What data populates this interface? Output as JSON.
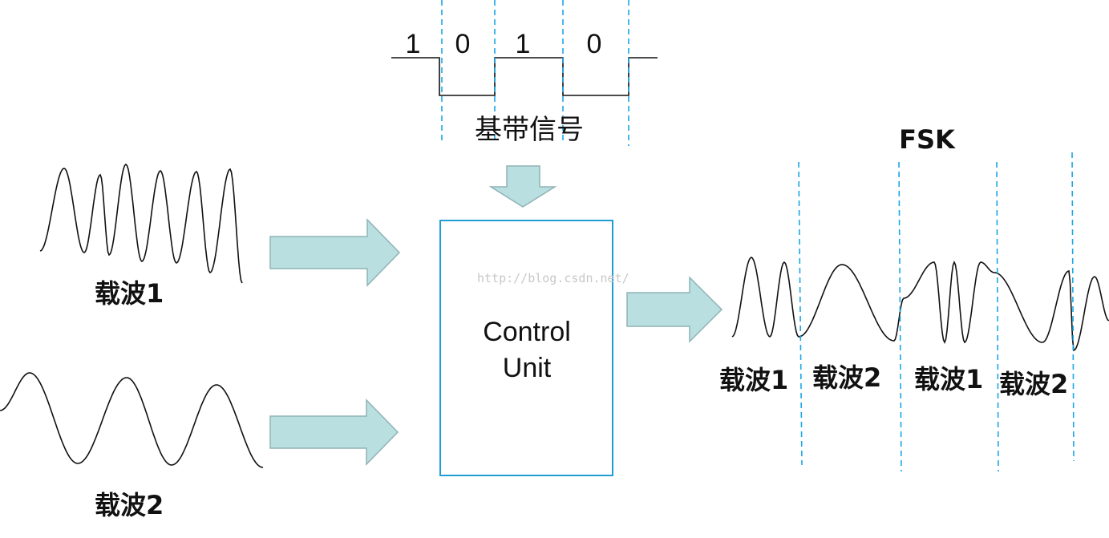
{
  "baseband": {
    "bits": [
      "1",
      "0",
      "1",
      "0"
    ],
    "label": "基带信号"
  },
  "carrier1": {
    "label": "载波1"
  },
  "carrier2": {
    "label": "载波2"
  },
  "control_unit": {
    "line1": "Control",
    "line2": "Unit"
  },
  "watermark": "http://blog.csdn.net/",
  "fsk": {
    "title": "FSK",
    "segment_labels": [
      "载波1",
      "载波2",
      "载波1",
      "载波2"
    ]
  },
  "colors": {
    "arrow_fill": "#b9dfe0",
    "arrow_stroke": "#8fb3b6",
    "box_border": "#1f9ed6",
    "dashed_line": "#1aa6e8",
    "signal": "#111111"
  },
  "icons": {
    "input_arrow": "right-arrow-icon",
    "control_arrow": "down-arrow-icon"
  }
}
